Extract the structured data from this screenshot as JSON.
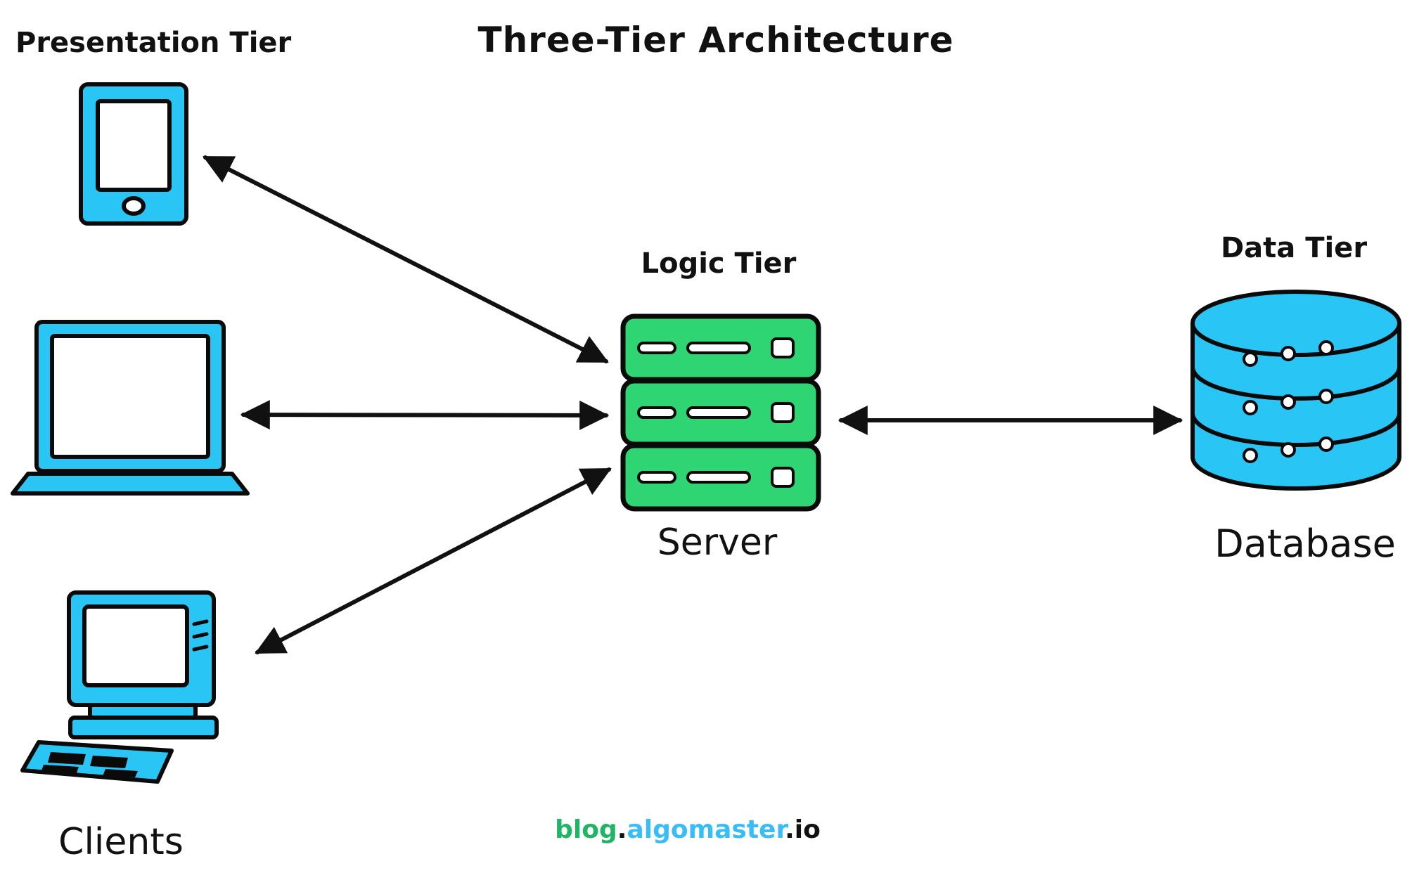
{
  "title": "Three-Tier Architecture",
  "presentation_tier": {
    "label": "Presentation Tier",
    "caption": "Clients",
    "icons": [
      "tablet-icon",
      "laptop-icon",
      "desktop-computer-icon"
    ]
  },
  "logic_tier": {
    "label": "Logic Tier",
    "caption": "Server",
    "icon": "server-rack-icon"
  },
  "data_tier": {
    "label": "Data Tier",
    "caption": "Database",
    "icon": "database-cylinder-icon"
  },
  "arrows": [
    {
      "name": "arrow-tablet-server",
      "bidirectional": true
    },
    {
      "name": "arrow-laptop-server",
      "bidirectional": true
    },
    {
      "name": "arrow-desktop-server",
      "bidirectional": true
    },
    {
      "name": "arrow-server-database",
      "bidirectional": true
    }
  ],
  "footer": {
    "blog": "blog",
    "dot": ".",
    "algomaster": "algomaster",
    "io": ".io"
  },
  "colors": {
    "device_fill": "#29C5F5",
    "server_fill": "#2FD573",
    "database_fill": "#29C5F5",
    "outline": "#0a0a0a",
    "arrow": "#111111",
    "text": "#111111",
    "footer_blog": "#1EB564",
    "footer_algomaster": "#38BDF8",
    "footer_io": "#111111"
  }
}
